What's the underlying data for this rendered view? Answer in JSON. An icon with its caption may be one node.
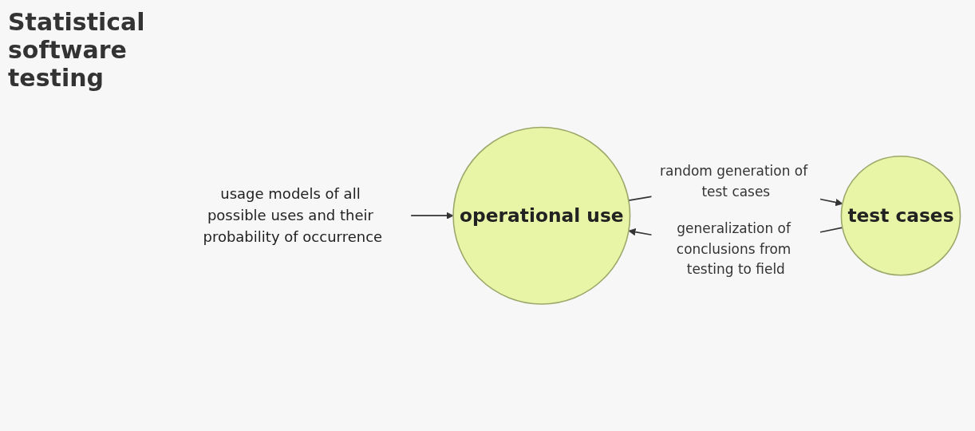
{
  "diagram": {
    "title": "Statistical software testing",
    "nodes": [
      {
        "text": [
          "operational use"
        ]
      },
      {
        "text": [
          "test cases"
        ]
      },
      {
        "text": [
          "usage models of all possible uses and their probability of occurrence"
        ]
      }
    ],
    "edges": [
      {
        "from": 0,
        "to": 1,
        "arrow": "to",
        "label": "random generation of test cases"
      },
      {
        "from": 1,
        "to": 0,
        "arrow": "to",
        "label": "generalization of conclusions from testing to field"
      },
      {
        "from": 2,
        "to": 0,
        "arrow": "to"
      }
    ]
  }
}
